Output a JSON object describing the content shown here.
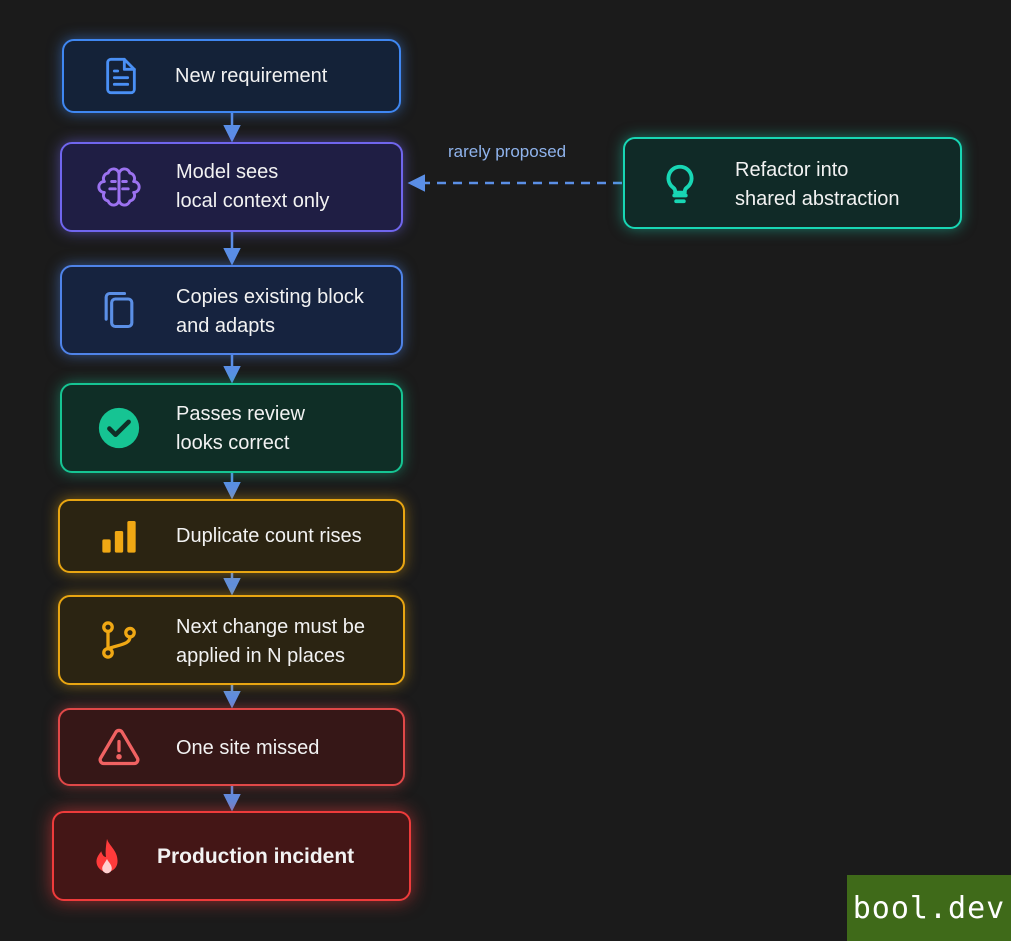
{
  "colors": {
    "blue": "#3f87f2",
    "purple": "#7066ee",
    "green": "#16c493",
    "amber": "#e8a512",
    "red": "#e04848",
    "teal": "#18d6b4",
    "arrow": "#5b8fe6"
  },
  "steps": [
    {
      "id": "new-requirement",
      "icon": "document-icon",
      "lines": [
        "New requirement"
      ]
    },
    {
      "id": "model-sees-local-context",
      "icon": "brain-icon",
      "lines": [
        "Model sees",
        "local context only"
      ]
    },
    {
      "id": "copies-existing-block",
      "icon": "copy-icon",
      "lines": [
        "Copies existing block",
        "and adapts"
      ]
    },
    {
      "id": "passes-review",
      "icon": "check-circle-icon",
      "lines": [
        "Passes review",
        "looks correct"
      ]
    },
    {
      "id": "duplicate-count-rises",
      "icon": "bar-chart-icon",
      "lines": [
        "Duplicate count rises"
      ]
    },
    {
      "id": "next-change-n-places",
      "icon": "git-branch-icon",
      "lines": [
        "Next change must be",
        "applied in N places"
      ]
    },
    {
      "id": "one-site-missed",
      "icon": "warning-icon",
      "lines": [
        "One site missed"
      ]
    },
    {
      "id": "production-incident",
      "icon": "fire-icon",
      "lines": [
        "Production incident"
      ]
    }
  ],
  "alternative": {
    "icon": "lightbulb-icon",
    "lines": [
      "Refactor into",
      "shared abstraction"
    ],
    "edge_label": "rarely proposed"
  },
  "watermark": "bool.dev"
}
